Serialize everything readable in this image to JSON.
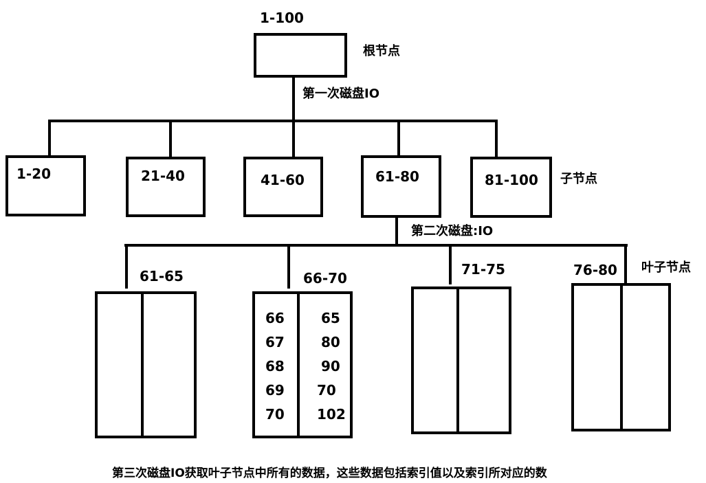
{
  "root": {
    "range": "1-100",
    "caption": "根节点"
  },
  "io1_label": "第一次磁盘IO",
  "children": [
    {
      "range": "1-20"
    },
    {
      "range": "21-40"
    },
    {
      "range": "41-60"
    },
    {
      "range": "61-80"
    },
    {
      "range": "81-100"
    }
  ],
  "children_caption": "子节点",
  "io2_label": "第二次磁盘:IO",
  "leaves": [
    {
      "range": "61-65",
      "keys": [],
      "values": []
    },
    {
      "range": "66-70",
      "keys": [
        "66",
        "67",
        "68",
        "69",
        "70"
      ],
      "values": [
        "65",
        "80",
        "90",
        "70",
        "102"
      ]
    },
    {
      "range": "71-75",
      "keys": [],
      "values": []
    },
    {
      "range": "76-80",
      "keys": [],
      "values": []
    }
  ],
  "leaves_caption": "叶子节点",
  "footer": "第三次磁盘IO获取叶子节点中所有的数据，这些数据包括索引值以及索引所对应的数"
}
